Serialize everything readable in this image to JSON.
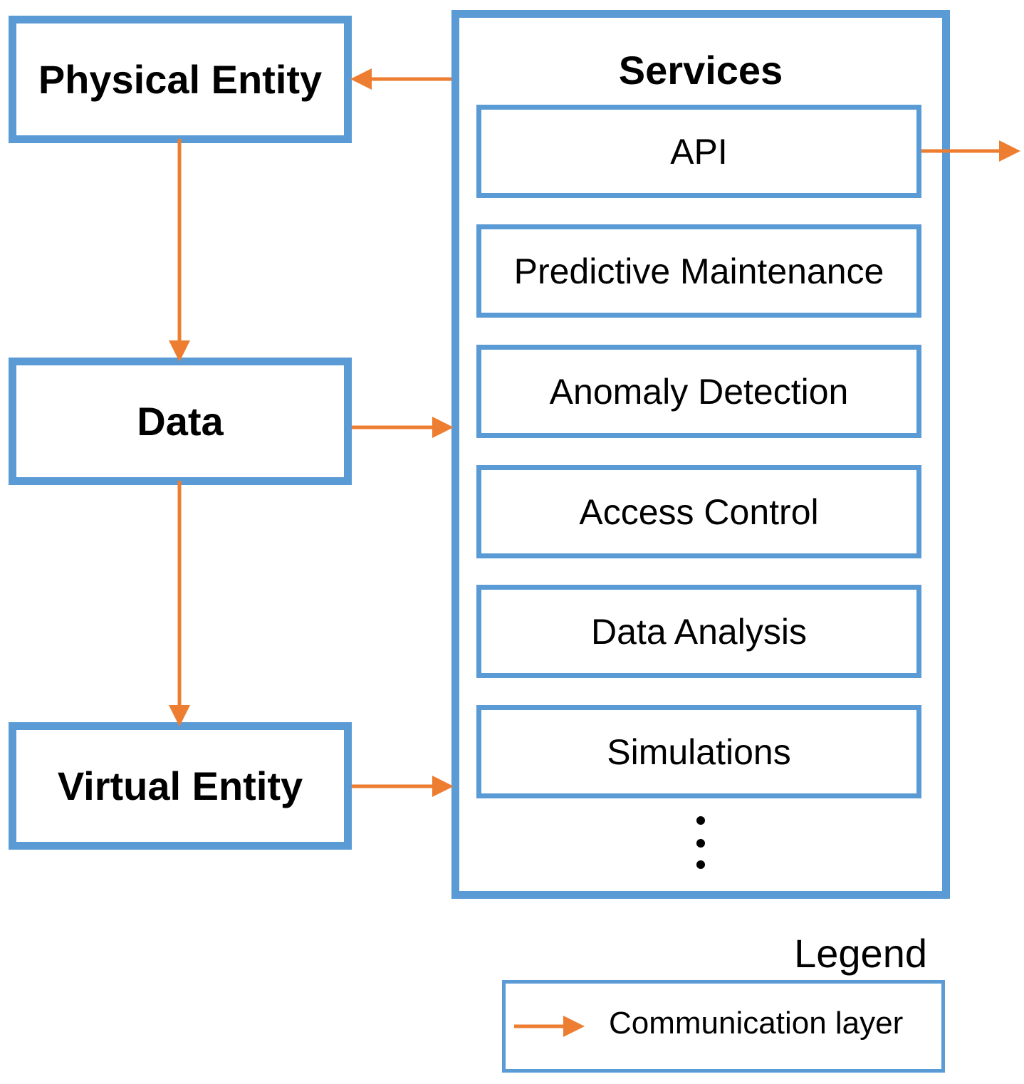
{
  "entities": {
    "physical": "Physical Entity",
    "data": "Data",
    "virtual": "Virtual Entity"
  },
  "services": {
    "title": "Services",
    "items": [
      "API",
      "Predictive Maintenance",
      "Anomaly Detection",
      "Access Control",
      "Data Analysis",
      "Simulations"
    ],
    "more": "⋮"
  },
  "legend": {
    "title": "Legend",
    "items": [
      {
        "label": "Communication layer",
        "icon": "orange-arrow"
      }
    ]
  },
  "colors": {
    "box_border": "#5b9bd5",
    "arrow": "#ed7d31",
    "text": "#000000"
  }
}
